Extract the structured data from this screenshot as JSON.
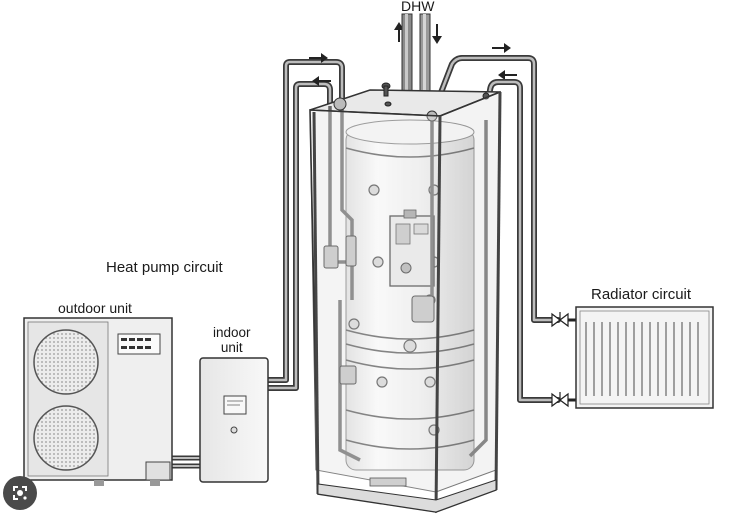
{
  "labels": {
    "dhw": "DHW",
    "heat_pump_circuit": "Heat pump circuit",
    "outdoor_unit": "outdoor unit",
    "indoor_unit_line1": "indoor",
    "indoor_unit_line2": "unit",
    "radiator_circuit": "Radiator circuit"
  },
  "icons": {
    "overlay_button": "lens-icon"
  },
  "colors": {
    "line": "#3a3a3a",
    "pipe": "#555555",
    "tank_glass": "#f3f3f3",
    "background": "#ffffff"
  }
}
